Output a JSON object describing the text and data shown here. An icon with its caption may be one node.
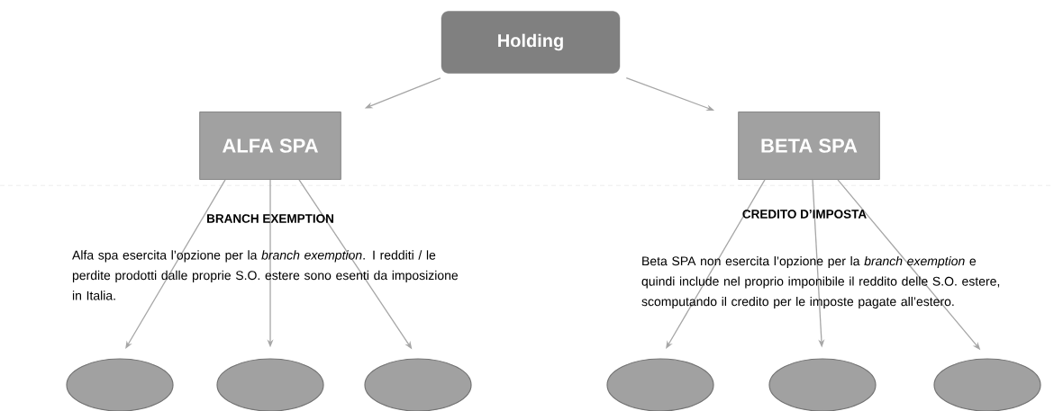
{
  "diagram": {
    "nodes": [
      {
        "text": [
          "Holding"
        ]
      },
      {
        "text": [
          "ALFA SPA"
        ]
      },
      {
        "text": [
          "BETA SPA"
        ]
      },
      {
        "text": [],
        "shape": "ellipse"
      },
      {
        "text": [],
        "shape": "ellipse"
      },
      {
        "text": [],
        "shape": "ellipse"
      },
      {
        "text": [],
        "shape": "ellipse"
      },
      {
        "text": [],
        "shape": "ellipse"
      },
      {
        "text": [],
        "shape": "ellipse"
      }
    ],
    "edges": [
      {
        "from": 0,
        "to": 1,
        "arrow": "to"
      },
      {
        "from": 0,
        "to": 2,
        "arrow": "to"
      },
      {
        "from": 1,
        "to": 3,
        "arrow": "to"
      },
      {
        "from": 1,
        "to": 4,
        "arrow": "to"
      },
      {
        "from": 1,
        "to": 5,
        "arrow": "to"
      },
      {
        "from": 2,
        "to": 6,
        "arrow": "to"
      },
      {
        "from": 2,
        "to": 7,
        "arrow": "to"
      },
      {
        "from": 2,
        "to": 8,
        "arrow": "to"
      }
    ],
    "labels": [
      "BRANCH EXEMPTION",
      "Alfa spa esercita l’opzione per la *branch exemption*. I redditi / le perdite prodotti dalle proprie S.O. estere sono esenti da imposizione in Italia.",
      "CREDITO D’IMPOSTA",
      "Beta SPA non esercita l’opzione per la *branch exemption* e quindi include nel proprio imponibile il reddito delle S.O. estere, scomputando il credito per le imposte pagate all’estero."
    ]
  }
}
